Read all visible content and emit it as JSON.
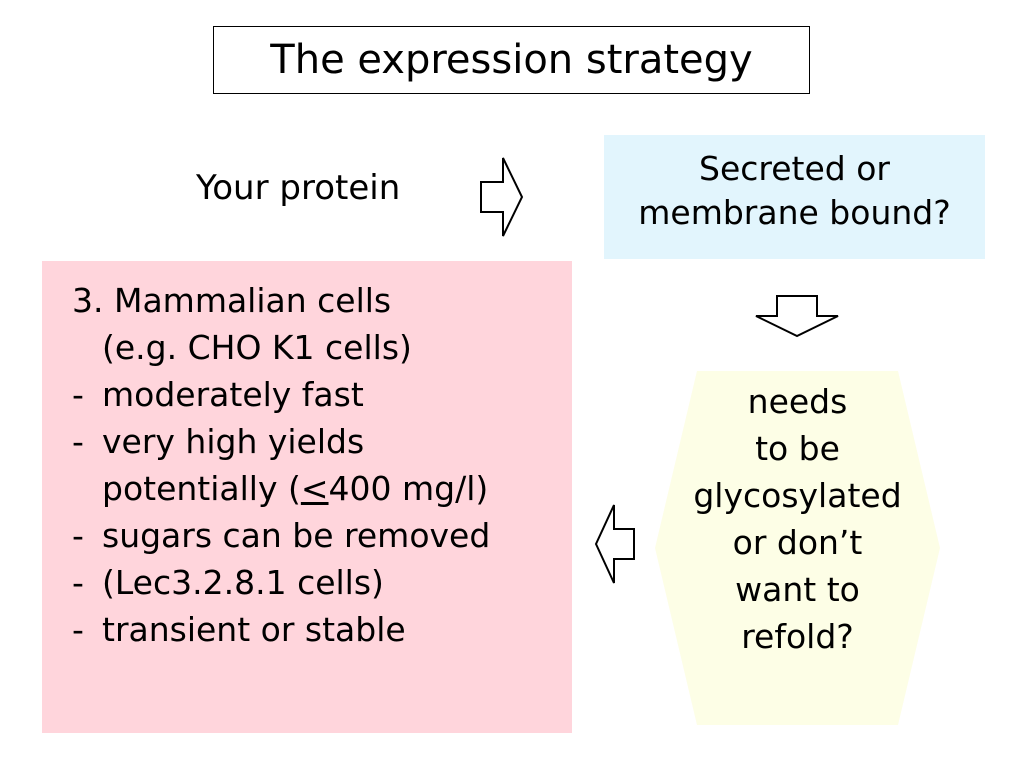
{
  "title": "The expression strategy",
  "your_protein": "Your protein",
  "blue_box": {
    "lines": [
      "Secreted or",
      "membrane bound?"
    ]
  },
  "yellow_box": {
    "lines": [
      "needs",
      "to be",
      "glycosylated",
      "or don’t",
      "want to",
      "refold?"
    ]
  },
  "pink_box": {
    "heading": "3. Mammalian cells",
    "sub": "(e.g. CHO K1 cells)",
    "bullets": [
      "moderately fast",
      "very high yields",
      "sugars can be removed",
      "(Lec3.2.8.1 cells)",
      "transient or stable"
    ],
    "yields_continuation_prefix": "potentially (",
    "yields_continuation_underlined": "<",
    "yields_continuation_suffix": "400 mg/l)",
    "bullet_mark": "-"
  },
  "colors": {
    "blue_box": "#e2f5fd",
    "pink_box": "#ffd5dc",
    "yellow_box": "#fdfee6"
  }
}
